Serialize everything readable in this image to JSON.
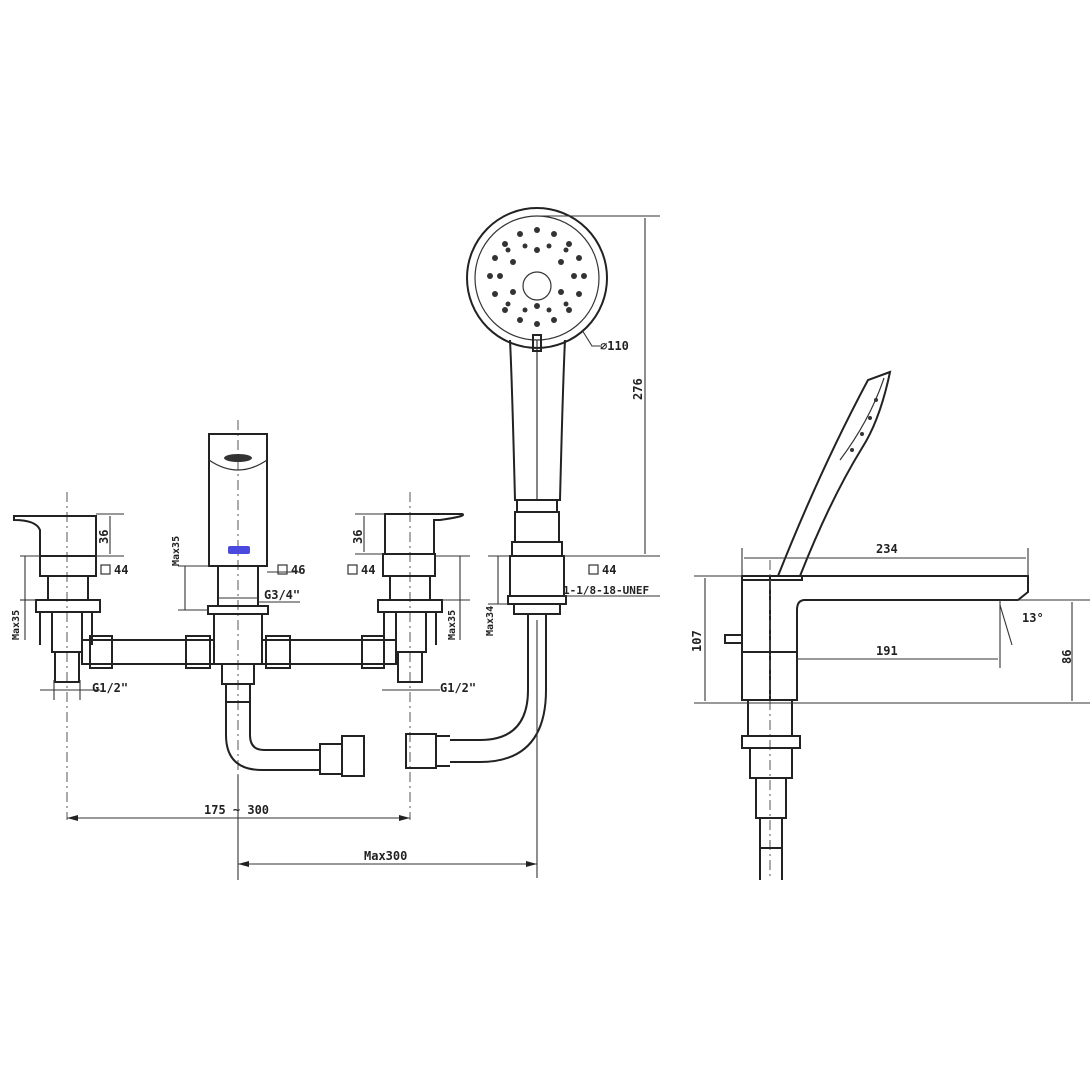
{
  "drawing": {
    "title": "Deck-mounted 4-hole bath mixer with hand shower - technical drawing",
    "front_view": {
      "left_handle": {
        "height": "36",
        "square": "44",
        "max_depth": "Max35",
        "thread": "G1/2\""
      },
      "spout": {
        "square": "46",
        "thread": "G3/4\"",
        "max_depth": "Max35"
      },
      "right_handle": {
        "height": "36",
        "square": "44",
        "max_depth": "Max35",
        "thread": "G1/2\""
      },
      "hand_shower": {
        "diameter": "∅110",
        "height": "276",
        "holder_square": "44",
        "holder_thread": "1-1/8-18-UNEF",
        "max_depth": "Max34"
      },
      "spacing_handles": "175 ~ 300",
      "spacing_max": "Max300"
    },
    "side_view": {
      "spout_length": "234",
      "spout_reach": "191",
      "total_height": "107",
      "outlet_height": "86",
      "outlet_angle": "13°"
    }
  }
}
